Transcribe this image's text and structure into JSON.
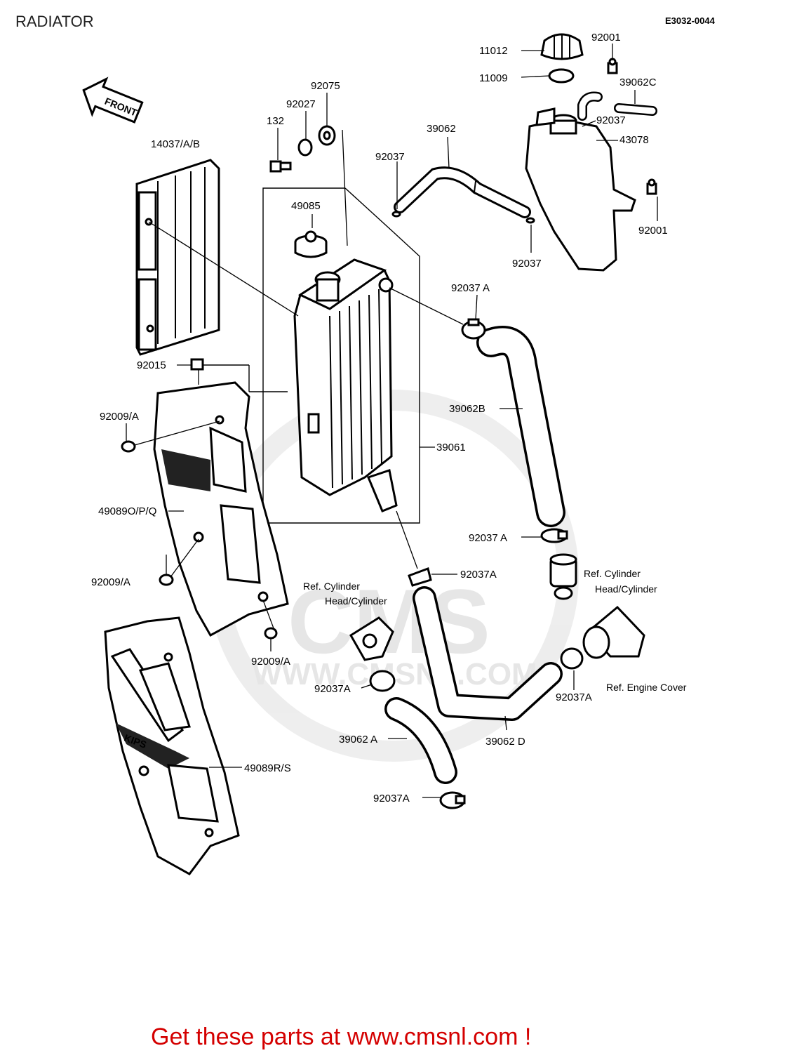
{
  "header": {
    "title": "RADIATOR",
    "diagram_code": "E3032-0044"
  },
  "front_arrow": {
    "label": "FRONT"
  },
  "watermark": {
    "brand": "CMS",
    "url": "WWW.CMSNL.COM"
  },
  "parts": {
    "p11012": "11012",
    "p92001_top": "92001",
    "p11009": "11009",
    "p39062C": "39062C",
    "p92037_tank": "92037",
    "p43078": "43078",
    "p92001_side": "92001",
    "p92037_lower": "92037",
    "p92075": "92075",
    "p92027": "92027",
    "p132": "132",
    "p39062": "39062",
    "p92037_left": "92037",
    "p14037": "14037/A/B",
    "p49085": "49085",
    "p92037A_top": "92037 A",
    "p92015": "92015",
    "p92009A_1": "92009/A",
    "p39062B": "39062B",
    "p39061": "39061",
    "p49089OPQ": "49089O/P/Q",
    "p92037A_2": "92037 A",
    "p92009A_2": "92009/A",
    "p92037A_3": "92037A",
    "p92009A_3": "92009/A",
    "p92037A_4": "92037A",
    "p92037A_5": "92037A",
    "p39062A": "39062 A",
    "p39062D": "39062 D",
    "p49089RS": "49089R/S",
    "p92037A_6": "92037A"
  },
  "references": {
    "cyl_head_right_1": "Ref. Cylinder",
    "cyl_head_right_2": "Head/Cylinder",
    "cyl_head_left_1": "Ref. Cylinder",
    "cyl_head_left_2": "Head/Cylinder",
    "engine_cover": "Ref. Engine Cover"
  },
  "footer": {
    "promo": "Get these parts at www.cmsnl.com !"
  }
}
